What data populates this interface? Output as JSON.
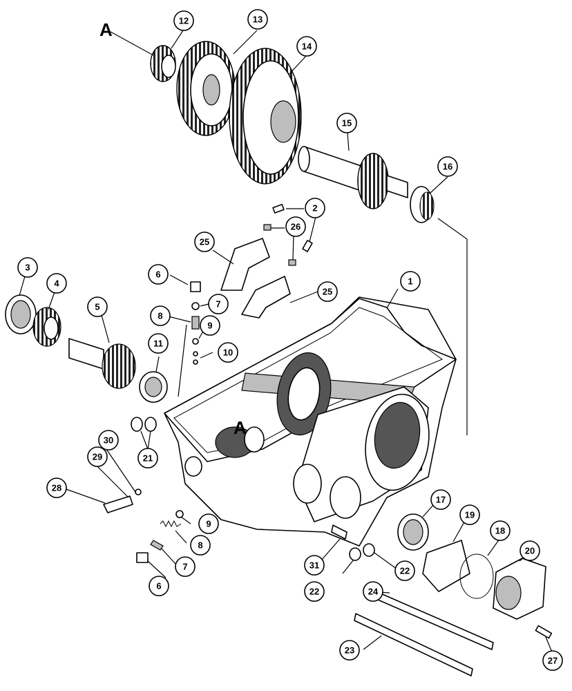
{
  "diagram": {
    "view_labels": [
      "A",
      "A"
    ],
    "callouts": [
      "1",
      "2",
      "3",
      "4",
      "5",
      "6",
      "6",
      "7",
      "7",
      "8",
      "8",
      "9",
      "9",
      "10",
      "11",
      "12",
      "13",
      "14",
      "15",
      "16",
      "17",
      "18",
      "19",
      "20",
      "21",
      "22",
      "22",
      "23",
      "24",
      "25",
      "25",
      "26",
      "27",
      "28",
      "29",
      "30",
      "31"
    ]
  }
}
